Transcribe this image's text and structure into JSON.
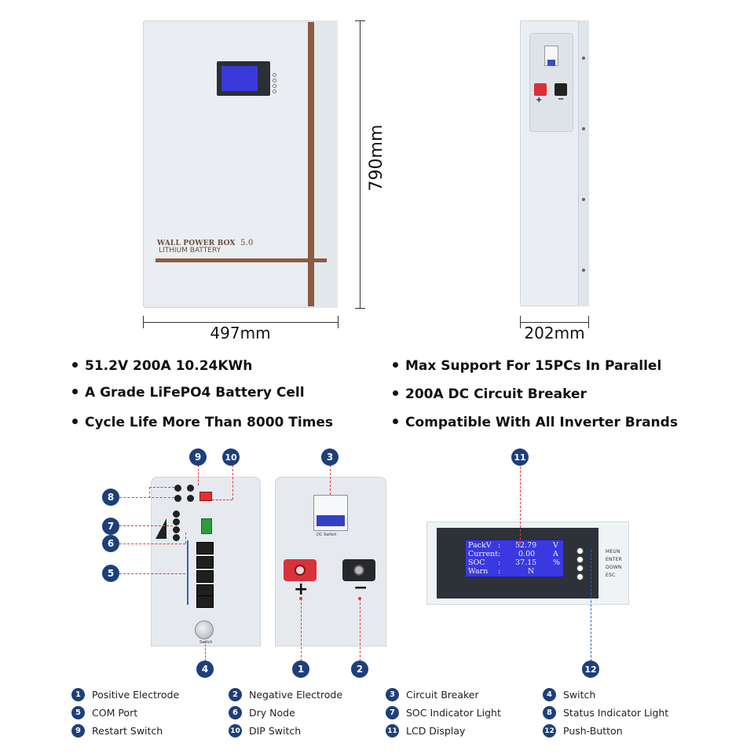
{
  "front_view": {
    "brand": "WALL POWER BOX",
    "model": "5.0",
    "subtitle": "LITHIUM BATTERY",
    "width_label": "497mm",
    "height_label": "790mm"
  },
  "side_view": {
    "depth_label": "202mm",
    "plus": "+",
    "minus": "−"
  },
  "features": {
    "left": [
      "51.2V 200A 10.24KWh",
      "A Grade LiFePO4 Battery Cell",
      "Cycle Life More Than 8000 Times"
    ],
    "right": [
      "Max Support For 15PCs In Parallel",
      "200A DC Circuit Breaker",
      "Compatible With All Inverter Brands"
    ]
  },
  "lcd": {
    "rows": [
      {
        "name": "PackV",
        "sep": ":",
        "value": "52.79",
        "unit": "V"
      },
      {
        "name": "Current",
        "sep": ":",
        "value": "0.00",
        "unit": "A"
      },
      {
        "name": "SOC",
        "sep": ":",
        "value": "37.15",
        "unit": "%"
      },
      {
        "name": "Warn",
        "sep": ":",
        "value": "N",
        "unit": ""
      }
    ],
    "buttons": [
      "MEUN",
      "ENTER",
      "DOWN",
      "ESC"
    ]
  },
  "ports_view": {
    "breaker_label": "DC Switch",
    "plus": "+",
    "minus": "−"
  },
  "control_view": {
    "switch_label": "Switch"
  },
  "callouts": [
    "1",
    "2",
    "3",
    "4",
    "5",
    "6",
    "7",
    "8",
    "9",
    "10",
    "11",
    "12"
  ],
  "legend": [
    {
      "num": "1",
      "label": "Positive Electrode"
    },
    {
      "num": "2",
      "label": "Negative Electrode"
    },
    {
      "num": "3",
      "label": "Circuit Breaker"
    },
    {
      "num": "4",
      "label": "Switch"
    },
    {
      "num": "5",
      "label": "COM Port"
    },
    {
      "num": "6",
      "label": "Dry Node"
    },
    {
      "num": "7",
      "label": "SOC Indicator Light"
    },
    {
      "num": "8",
      "label": "Status Indicator Light"
    },
    {
      "num": "9",
      "label": "Restart Switch"
    },
    {
      "num": "10",
      "label": "DIP Switch"
    },
    {
      "num": "11",
      "label": "LCD Display"
    },
    {
      "num": "12",
      "label": "Push-Button"
    }
  ],
  "colors": {
    "accent_stripe": "#8b5a43",
    "lcd_screen": "#3a38e0",
    "callout": "#1d3f7a",
    "leader": "#e23b3b"
  }
}
